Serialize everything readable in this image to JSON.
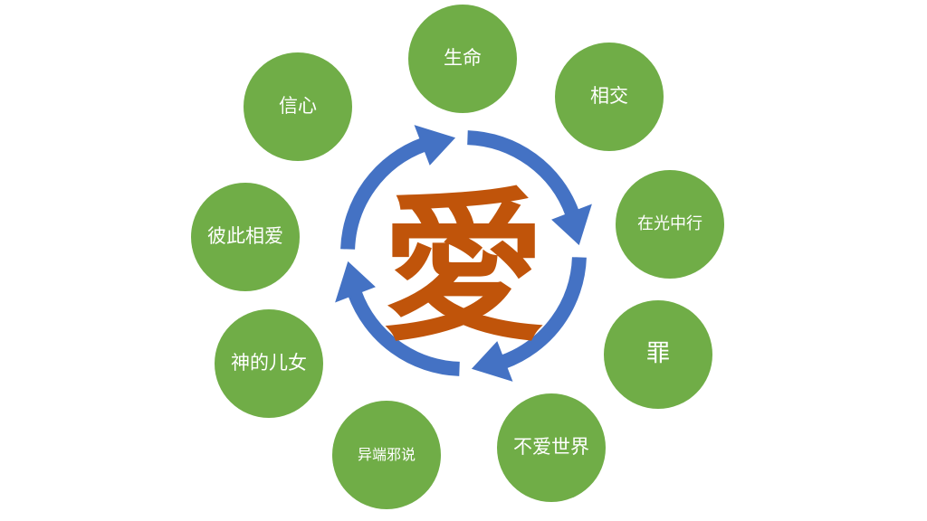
{
  "center": {
    "label": "愛",
    "color": "#C0540A"
  },
  "arrow_color": "#4472C4",
  "node_color": "#70AD47",
  "nodes": [
    {
      "label": "生命"
    },
    {
      "label": "相交"
    },
    {
      "label": "在光中行"
    },
    {
      "label": "罪"
    },
    {
      "label": "不爱世界"
    },
    {
      "label": "异端邪说"
    },
    {
      "label": "神的儿女"
    },
    {
      "label": "彼此相爱"
    },
    {
      "label": "信心"
    }
  ]
}
